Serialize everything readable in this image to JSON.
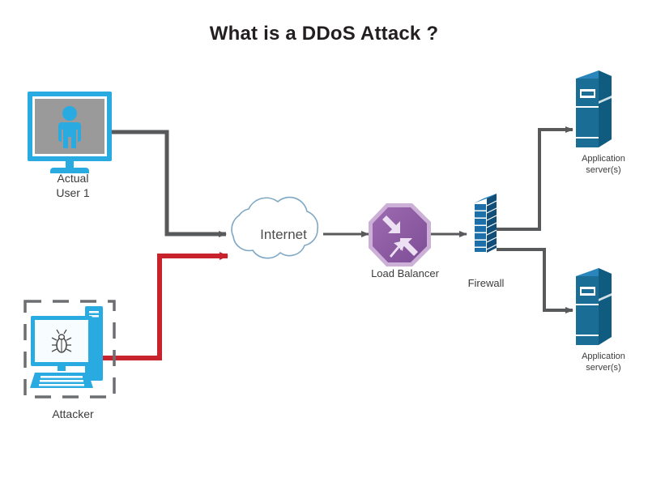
{
  "title": "What is a DDoS Attack ?",
  "colors": {
    "title_text": "#231f20",
    "label_text": "#3b3b3b",
    "user_device_blue": "#29abe2",
    "user_screen_gray": "#9a9a9a",
    "attacker_blue": "#29abe2",
    "attacker_dashed_border": "#6d6e71",
    "cloud_outline": "#7fa8c4",
    "load_balancer_purple": "#8e5ba6",
    "load_balancer_light_purple": "#c9a8d6",
    "firewall_blue": "#1c6fa8",
    "server_blue": "#1a6e96",
    "normal_flow_arrow": "#58595b",
    "attack_flow_arrow": "#c8232c",
    "background": "#ffffff"
  },
  "nodes": {
    "user1": {
      "label": "Actual\nUser 1",
      "icon": "monitor-with-person-icon",
      "type": "end-user-workstation"
    },
    "attacker": {
      "label": "Attacker",
      "icon": "desktop-computer-with-bug-icon",
      "type": "malicious-host"
    },
    "internet": {
      "label": "Internet",
      "icon": "cloud-icon",
      "type": "network-cloud"
    },
    "load_balancer": {
      "label": "Load Balancer",
      "icon": "load-balancer-octagon-icon",
      "type": "load-balancer"
    },
    "firewall": {
      "label": "Firewall",
      "icon": "brick-wall-icon",
      "type": "firewall"
    },
    "server_top": {
      "label": "Application\nserver(s)",
      "icon": "server-tower-icon",
      "type": "application-server"
    },
    "server_bottom": {
      "label": "Application\nserver(s)",
      "icon": "server-tower-icon",
      "type": "application-server"
    }
  },
  "connections": [
    {
      "from": "user1",
      "to": "internet",
      "style": "normal",
      "color": "#58595b"
    },
    {
      "from": "attacker",
      "to": "internet",
      "style": "attack",
      "color": "#c8232c"
    },
    {
      "from": "internet",
      "to": "load_balancer",
      "style": "normal",
      "color": "#58595b"
    },
    {
      "from": "load_balancer",
      "to": "firewall",
      "style": "normal",
      "color": "#58595b"
    },
    {
      "from": "firewall",
      "to": "server_top",
      "style": "normal",
      "color": "#58595b"
    },
    {
      "from": "firewall",
      "to": "server_bottom",
      "style": "normal",
      "color": "#58595b"
    }
  ]
}
